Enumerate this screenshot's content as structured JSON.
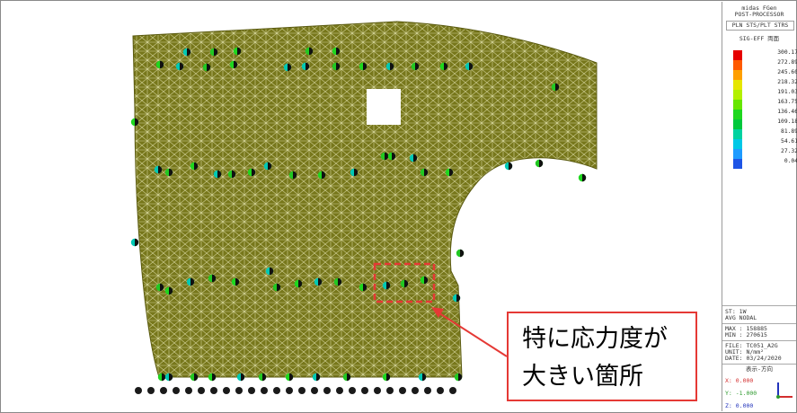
{
  "legend": {
    "title_lines": [
      "midas FGen",
      "POST-PROCESSOR"
    ],
    "result_type": "PLN STS/PLT STRS",
    "component": "SIG-EFF 両面",
    "scale_values": [
      "300.17",
      "272.89",
      "245.60",
      "218.32",
      "191.03",
      "163.75",
      "136.46",
      "109.18",
      "81.89",
      "54.61",
      "27.32",
      "0.04"
    ],
    "scale_colors": [
      "#e60000",
      "#ff5a00",
      "#ff9f00",
      "#e6e600",
      "#b3f000",
      "#66e600",
      "#1ed71e",
      "#00c83c",
      "#00d2a0",
      "#00c8e6",
      "#1e9bff",
      "#1e55e6"
    ],
    "info_lines": [
      "ST: 1W",
      "AVG NODAL",
      "MAX : 158885",
      "MIN : 270615",
      "FILE: TC051_A2G",
      "UNIT: N/mm²",
      "DATE: 03/24/2020"
    ],
    "view_dir_label": "表示-方向",
    "coords": [
      "X: 0.000",
      "Y: -1.000",
      "Z: 0.000"
    ]
  },
  "callout": {
    "line1": "特に応力度が",
    "line2": "大きい箇所"
  },
  "colors": {
    "mesh_fill": "#77771b",
    "mesh_line": "#d8d8a0",
    "highlight": "#e53935"
  }
}
